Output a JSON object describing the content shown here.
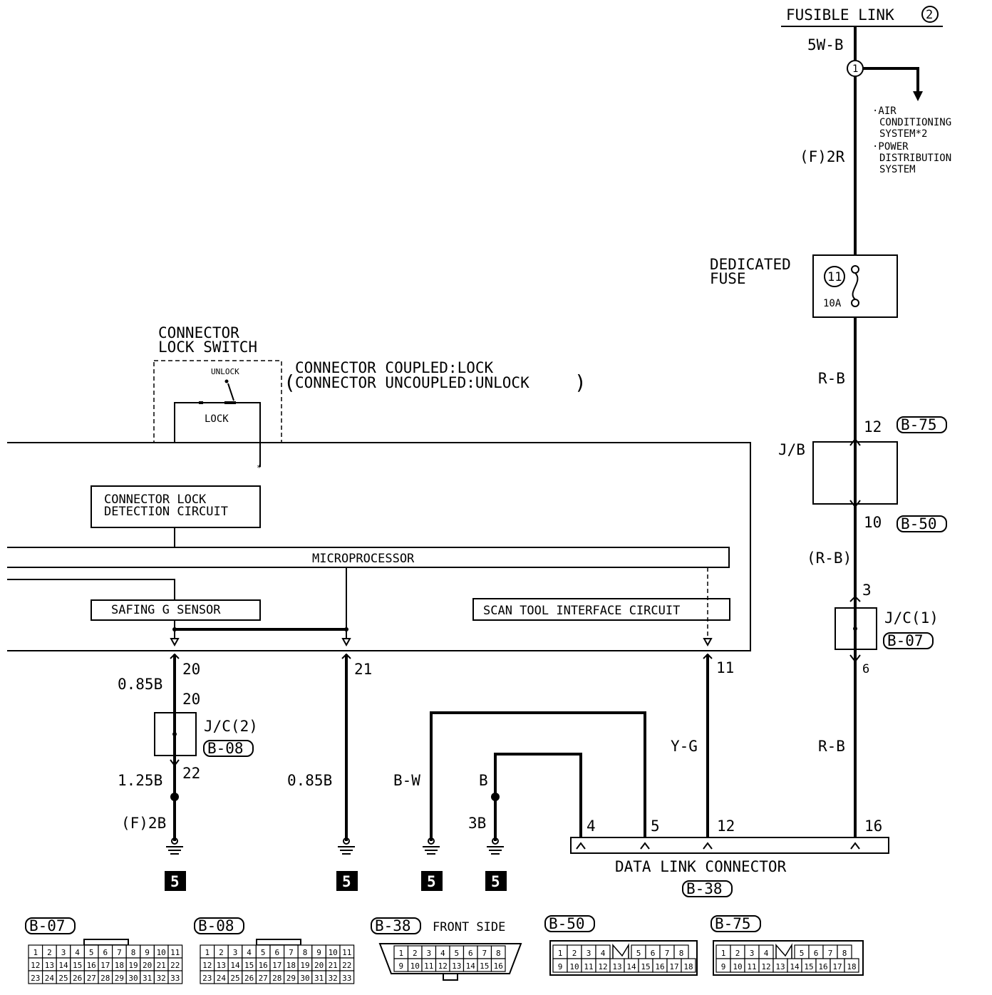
{
  "power": {
    "fusible_link": "FUSIBLE LINK",
    "fusible_link_num": "2",
    "wire_top": "5W-B",
    "junction_num": "1",
    "branch_line1": "·AIR",
    "branch_line2": "CONDITIONING",
    "branch_line3": "SYSTEM*2",
    "branch_line4": "·POWER",
    "branch_line5": "DISTRIBUTION",
    "branch_line6": "SYSTEM",
    "wire_f2r": "(F)2R"
  },
  "fuse": {
    "label1": "DEDICATED",
    "label2": "FUSE",
    "number": "11",
    "rating": "10A"
  },
  "right_column": {
    "wire_rb1": "R-B",
    "pin12": "12",
    "conn_b75": "B-75",
    "jb": "J/B",
    "pin10": "10",
    "conn_b50": "B-50",
    "wire_rb_paren": "(R-B)",
    "pin3": "3",
    "jc1": "J/C(1)",
    "conn_b07": "B-07",
    "pin6": "6",
    "wire_rb2": "R-B",
    "pin16": "16"
  },
  "switch": {
    "title1": "CONNECTOR",
    "title2": "LOCK SWITCH",
    "unlock": "UNLOCK",
    "lock": "LOCK",
    "note1": "CONNECTOR COUPLED:LOCK",
    "note2": "CONNECTOR UNCOUPLED:UNLOCK",
    "star": "*"
  },
  "unit": {
    "lock_detect1": "CONNECTOR LOCK",
    "lock_detect2": "DETECTION CIRCUIT",
    "microprocessor": "MICROPROCESSOR",
    "safing": "SAFING G SENSOR",
    "scan_tool": "SCAN TOOL INTERFACE CIRCUIT"
  },
  "ground_left": {
    "pin20a": "20",
    "wire_085b": "0.85B",
    "pin20b": "20",
    "jc2": "J/C(2)",
    "conn_b08": "B-08",
    "wire_125b": "1.25B",
    "pin22": "22",
    "wire_f2b": "(F)2B",
    "ground_num": "5"
  },
  "ground_mid": {
    "pin21": "21",
    "wire_085b": "0.85B",
    "ground_num": "5"
  },
  "dlc_wires": {
    "wire_bw": "B-W",
    "wire_b": "B",
    "wire_3b": "3B",
    "ground_bw": "5",
    "ground_b": "5",
    "pin11": "11",
    "wire_yg": "Y-G"
  },
  "dlc": {
    "pin4": "4",
    "pin5": "5",
    "pin12": "12",
    "name": "DATA LINK CONNECTOR",
    "conn": "B-38"
  },
  "connector_views": {
    "b07": {
      "tag": "B-07",
      "row1": [
        "1",
        "2",
        "3",
        "4",
        "5",
        "6",
        "7",
        "8",
        "9",
        "10",
        "11"
      ],
      "row2": [
        "12",
        "13",
        "14",
        "15",
        "16",
        "17",
        "18",
        "19",
        "20",
        "21",
        "22"
      ],
      "row3": [
        "23",
        "24",
        "25",
        "26",
        "27",
        "28",
        "29",
        "30",
        "31",
        "32",
        "33"
      ]
    },
    "b08": {
      "tag": "B-08",
      "row1": [
        "1",
        "2",
        "3",
        "4",
        "5",
        "6",
        "7",
        "8",
        "9",
        "10",
        "11"
      ],
      "row2": [
        "12",
        "13",
        "14",
        "15",
        "16",
        "17",
        "18",
        "19",
        "20",
        "21",
        "22"
      ],
      "row3": [
        "23",
        "24",
        "25",
        "26",
        "27",
        "28",
        "29",
        "30",
        "31",
        "32",
        "33"
      ]
    },
    "b38": {
      "tag": "B-38",
      "side": "FRONT SIDE",
      "row1": [
        "1",
        "2",
        "3",
        "4",
        "5",
        "6",
        "7",
        "8"
      ],
      "row2": [
        "9",
        "10",
        "11",
        "12",
        "13",
        "14",
        "15",
        "16"
      ]
    },
    "b50": {
      "tag": "B-50",
      "row1": [
        "1",
        "2",
        "3",
        "4",
        "5",
        "6",
        "7",
        "8"
      ],
      "row2": [
        "9",
        "10",
        "11",
        "12",
        "13",
        "14",
        "15",
        "16",
        "17",
        "18"
      ]
    },
    "b75": {
      "tag": "B-75",
      "row1": [
        "1",
        "2",
        "3",
        "4",
        "5",
        "6",
        "7",
        "8"
      ],
      "row2": [
        "9",
        "10",
        "11",
        "12",
        "13",
        "14",
        "15",
        "16",
        "17",
        "18"
      ]
    }
  }
}
